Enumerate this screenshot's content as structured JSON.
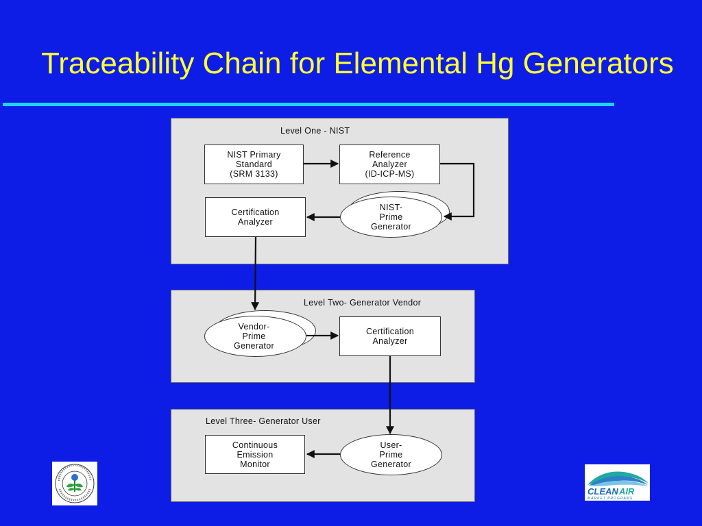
{
  "slide": {
    "title": "Traceability Chain for Elemental Hg Generators"
  },
  "level_one": {
    "label": "Level One  - NIST",
    "nist_primary": [
      "NIST Primary",
      "Standard",
      "(SRM 3133)"
    ],
    "reference_analyzer": [
      "Reference",
      "Analyzer",
      "(ID-ICP-MS)"
    ],
    "nist_prime_generator": [
      "NIST-",
      "Prime",
      "Generator"
    ],
    "certification_analyzer": [
      "Certification",
      "Analyzer"
    ]
  },
  "level_two": {
    "label": "Level Two- Generator Vendor",
    "vendor_prime_generator": [
      "Vendor-",
      "Prime",
      "Generator"
    ],
    "certification_analyzer": [
      "Certification",
      "Analyzer"
    ]
  },
  "level_three": {
    "label": "Level Three- Generator User",
    "continuous_emission_monitor": [
      "Continuous",
      "Emission",
      "Monitor"
    ],
    "user_prime_generator": [
      "User-",
      "Prime",
      "Generator"
    ]
  },
  "logos": {
    "epa_seal_name": "epa-seal",
    "epa_seal_text": "UNITED STATES ENVIRONMENTAL PROTECTION AGENCY",
    "clean_air_logo_name": "clean-air-markets-logo",
    "clean_air_text": "CLEAN AIR",
    "clean_air_subtext": "MARKET PROGRAMS"
  },
  "colors": {
    "background": "#0d1de6",
    "title": "#ffff33",
    "rule": "#18d7f2",
    "panel": "#e3e3e3"
  }
}
